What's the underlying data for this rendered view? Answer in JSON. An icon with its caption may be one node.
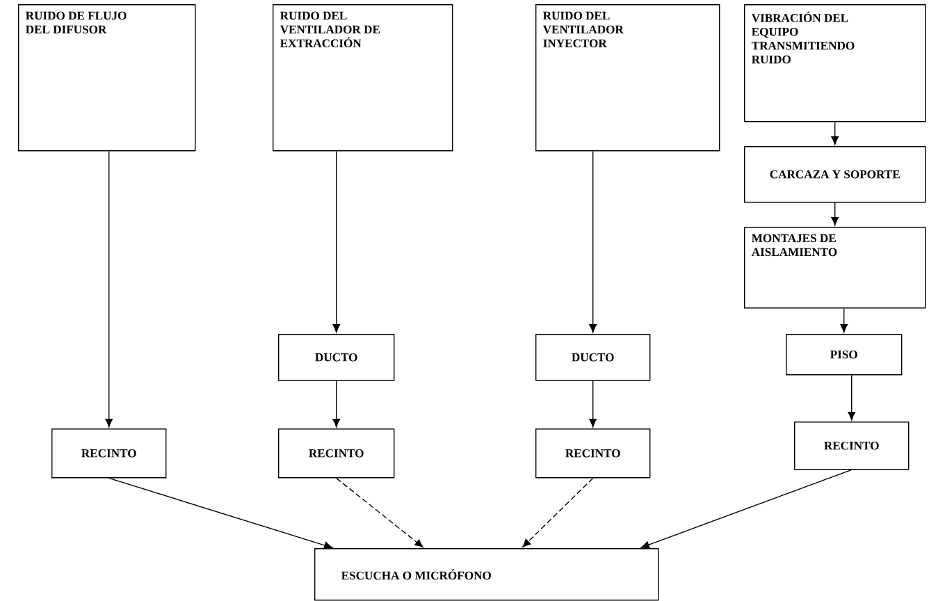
{
  "diagram": {
    "nodes": [
      {
        "text": [
          "RUIDO DE FLUJO DEL DIFUSOR"
        ]
      },
      {
        "text": [
          "RUIDO DEL VENTILADOR DE EXTRACCIÓN"
        ]
      },
      {
        "text": [
          "RUIDO DEL VENTILADOR INYECTOR"
        ]
      },
      {
        "text": [
          "VIBRACIÓN DEL EQUIPO TRANSMITIENDO RUIDO"
        ]
      },
      {
        "text": [
          "CARCAZA Y SOPORTE"
        ]
      },
      {
        "text": [
          "MONTAJES DE AISLAMIENTO"
        ]
      },
      {
        "text": [
          "DUCTO"
        ]
      },
      {
        "text": [
          "DUCTO"
        ]
      },
      {
        "text": [
          "PISO"
        ]
      },
      {
        "text": [
          "RECINTO"
        ]
      },
      {
        "text": [
          "RECINTO"
        ]
      },
      {
        "text": [
          "RECINTO"
        ]
      },
      {
        "text": [
          "RECINTO"
        ]
      },
      {
        "text": [
          "ESCUCHA O MICRÓFONO"
        ]
      }
    ],
    "edges": [
      {
        "from": 0,
        "to": 9,
        "arrow": "to"
      },
      {
        "from": 1,
        "to": 6,
        "arrow": "to"
      },
      {
        "from": 6,
        "to": 10,
        "arrow": "to"
      },
      {
        "from": 2,
        "to": 7,
        "arrow": "to"
      },
      {
        "from": 7,
        "to": 11,
        "arrow": "to"
      },
      {
        "from": 3,
        "to": 4,
        "arrow": "to"
      },
      {
        "from": 4,
        "to": 5,
        "arrow": "to"
      },
      {
        "from": 5,
        "to": 8,
        "arrow": "to"
      },
      {
        "from": 8,
        "to": 12,
        "arrow": "to"
      },
      {
        "from": 9,
        "to": 13,
        "arrow": "to"
      },
      {
        "from": 10,
        "to": 13,
        "arrow": "to",
        "style": "dashed"
      },
      {
        "from": 11,
        "to": 13,
        "arrow": "to",
        "style": "dashed"
      },
      {
        "from": 12,
        "to": 13,
        "arrow": "to"
      }
    ]
  }
}
